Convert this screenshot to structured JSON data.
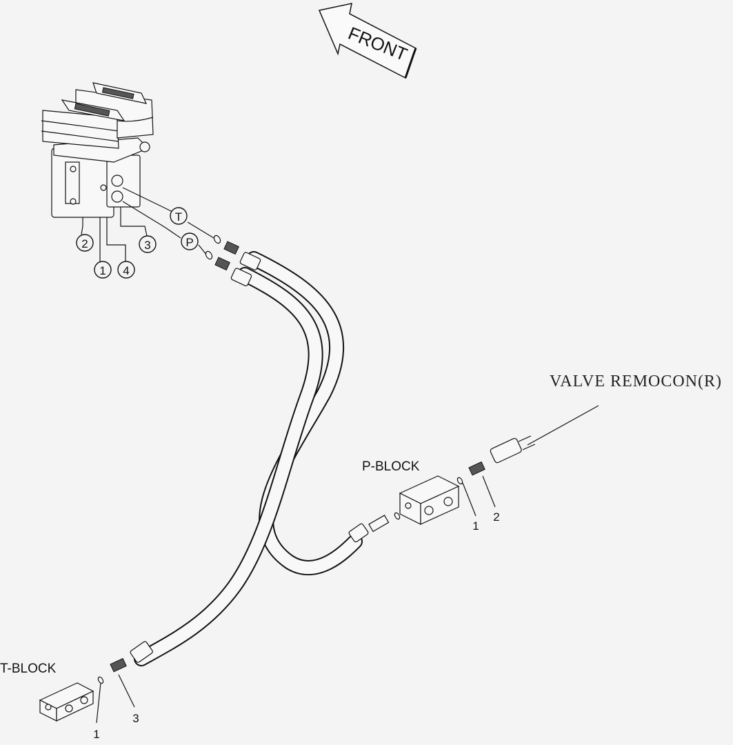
{
  "front_arrow": {
    "label": "FRONT"
  },
  "callout_valve": {
    "label": "VALVE REMOCON(R)"
  },
  "blocks": {
    "p_block": "P-BLOCK",
    "t_block": "T-BLOCK"
  },
  "joystick_callouts": {
    "T": "T",
    "P": "P",
    "n1": "1",
    "n2": "2",
    "n3": "3",
    "n4": "4"
  },
  "p_block_callouts": {
    "n1": "1",
    "n2": "2"
  },
  "t_block_callouts": {
    "n1": "1",
    "n3": "3"
  }
}
